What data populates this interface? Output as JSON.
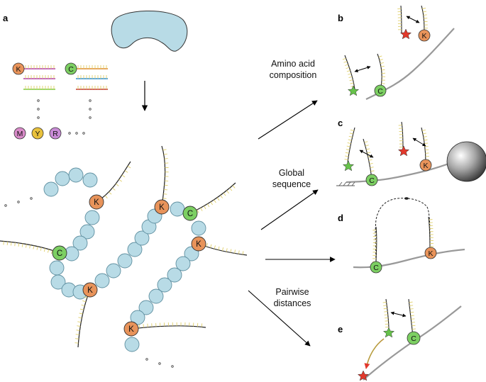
{
  "panels": {
    "a": "a",
    "b": "b",
    "c": "c",
    "d": "d",
    "e": "e"
  },
  "captions": {
    "amino_line1": "Amino acid",
    "amino_line2": "composition",
    "global_line1": "Global",
    "global_line2": "sequence",
    "pairwise_line1": "Pairwise",
    "pairwise_line2": "distances"
  },
  "residues": {
    "K": "K",
    "C": "C",
    "M": "M",
    "Y": "Y",
    "R": "R"
  },
  "colors": {
    "bead": "#b8dbe6",
    "bead_stroke": "#5f8fa0",
    "lysine": "#e8935a",
    "cysteine": "#7ccf62",
    "methionine": "#d98bc9",
    "tyrosine": "#e8c13c",
    "arginine": "#c98bd6",
    "backbone": "#999999",
    "barcode": "#e0cf6a",
    "green_star": "#66c24a",
    "red_star": "#e2382b",
    "protein_blob": "#b8dbe6"
  }
}
